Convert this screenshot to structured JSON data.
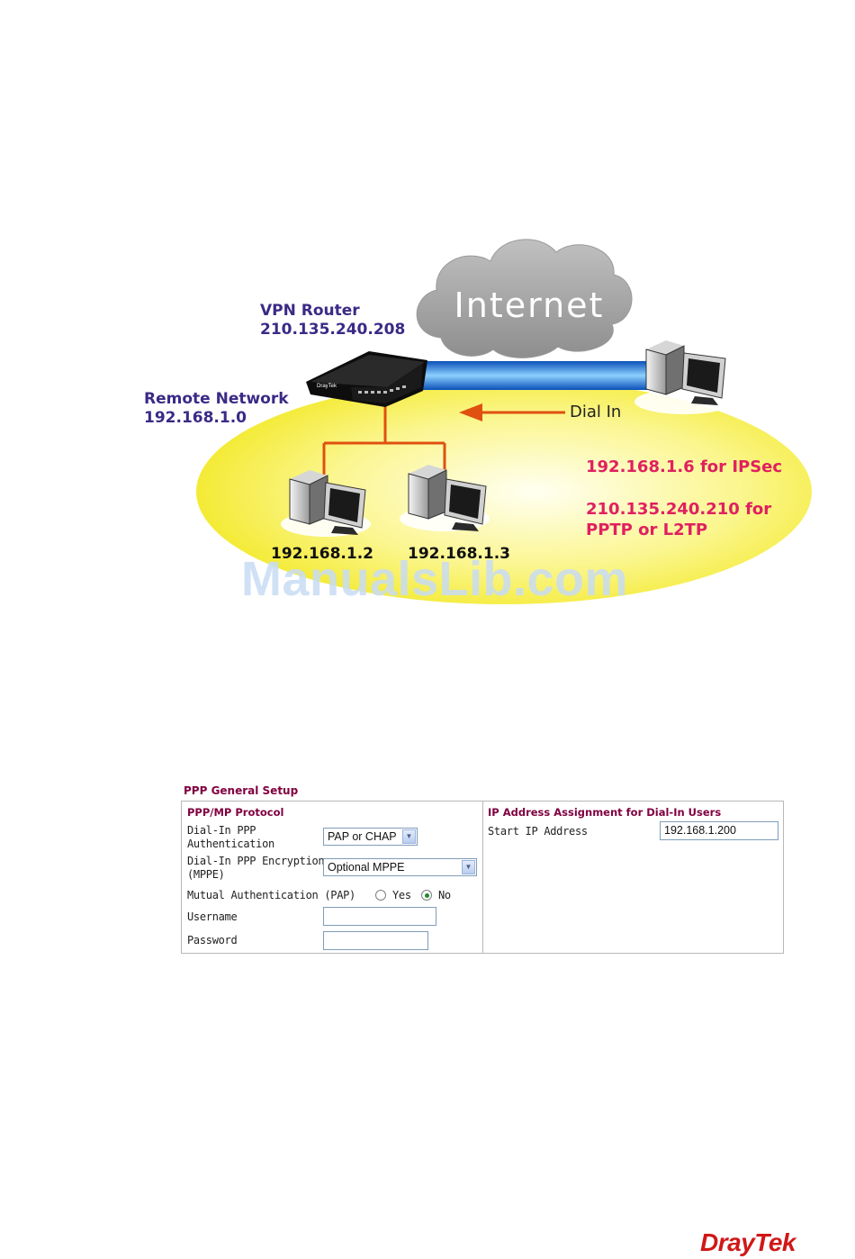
{
  "diagram": {
    "cloud_label": "Internet",
    "router_title": "VPN Router",
    "router_ip": "210.135.240.208",
    "remote_network_title": "Remote Network",
    "remote_network_ip": "192.168.1.0",
    "dial_in_label": "Dial In",
    "pc1_ip": "192.168.1.2",
    "pc2_ip": "192.168.1.3",
    "ipsec_note": "192.168.1.6 for IPSec",
    "pptp_note_line1": "210.135.240.210 for",
    "pptp_note_line2": "PPTP or L2TP",
    "router_brand": "DrayTek",
    "colors": {
      "label_purple": "#3b2a86",
      "note_pink": "#e02060",
      "link_orange": "#e05010",
      "tunnel_blue": "#1a78d8",
      "ellipse_yellow": "#f8f050"
    }
  },
  "watermark": "ManualsLib.com",
  "form": {
    "title": "PPP General Setup",
    "left_section": {
      "heading": "PPP/MP Protocol",
      "auth_label_1": "Dial-In PPP",
      "auth_label_2": "Authentication",
      "auth_value": "PAP or CHAP",
      "enc_label_1": "Dial-In PPP Encryption",
      "enc_label_2": "(MPPE)",
      "enc_value": "Optional MPPE",
      "mutual_label": "Mutual Authentication (PAP)",
      "yes_label": "Yes",
      "no_label": "No",
      "mutual_selected": "No",
      "username_label": "Username",
      "username_value": "",
      "password_label": "Password",
      "password_value": ""
    },
    "right_section": {
      "heading": "IP Address Assignment for Dial-In Users",
      "start_ip_label": "Start IP Address",
      "start_ip_value": "192.168.1.200"
    }
  },
  "footer_logo": "DrayTek"
}
